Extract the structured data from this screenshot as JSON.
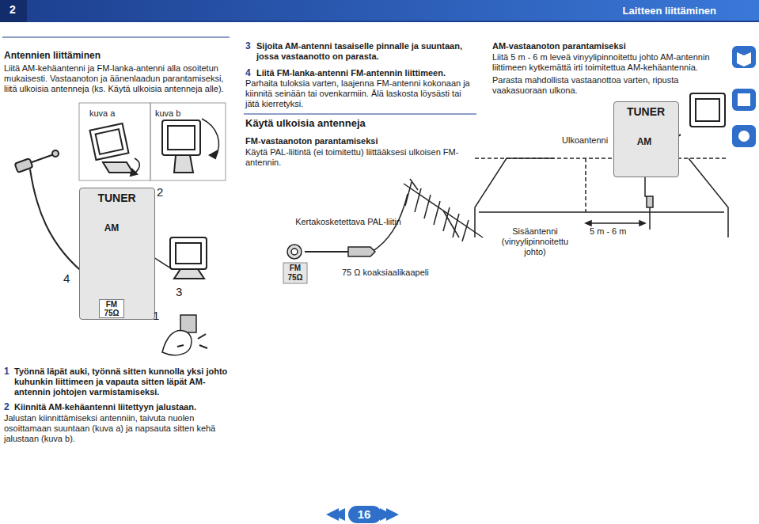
{
  "diagram": {
    "nodes": [
      {
        "text": [
          "Laitteen liittäminen"
        ]
      },
      {
        "text": [
          "2"
        ],
        "in": 0
      },
      {
        "text": [
          "TUNER",
          "AM",
          "FM 75Ω"
        ]
      },
      {
        "text": [
          "TUNER",
          "AM"
        ]
      },
      {
        "text": [
          "16"
        ]
      }
    ],
    "labels": [
      "Antennien liittäminen",
      "Liitä AM-kehäantenni ja FM-lanka-antenni alla osoitetun mukaisesti. Vastaanoton ja äänenlaadun parantamiseksi, liitä ulkoisia antenneja (ks. Käytä ulkoisia antenneja alle).",
      "kuva a",
      "kuva b",
      "2",
      "4",
      "3",
      "1",
      "1",
      "Työnnä läpät auki, työnnä sitten kunnolla yksi johto kuhunkin liittimeen ja vapauta sitten läpät AM-antennin johtojen varmistamiseksi.",
      "2",
      "Kiinnitä AM-kehäantenni liitettyyn jalustaan.",
      "Jalustan kiinnittämiseksi antenniin, taivuta nuolen osoittamaan suuntaan (kuva a) ja napsauta sitten kehä jalustaan (kuva b).",
      "3",
      "Sijoita AM-antenni tasaiselle pinnalle ja suuntaan, jossa vastaanotto on parasta.",
      "4",
      "Liitä FM-lanka-antenni FM-antennin liittimeen.",
      "Parhaita tuloksia varten, laajenna FM-antenni kokonaan ja kiinnitä seinään tai ovenkarmiin. Älä laskosta löysästi tai jätä kierretyksi.",
      "Käytä ulkoisia antenneja",
      "FM-vastaanoton parantamiseksi",
      "Käytä PAL-liitintä (ei toimitettu) liittääksesi ulkoisen FM-antennin.",
      "Kertakosketettava PAL-liitin",
      "FM 75Ω",
      "75 Ω koaksiaalikaapeli",
      "AM-vastaanoton parantamiseksi",
      "Liitä 5 m - 6 m leveä vinyylipinnoitettu johto AM-antennin liittimeen kytkemättä irti toimitettua AM-kehäantennia.",
      "Parasta mahdollista vastaanottoa varten, ripusta vaakasuoraan ulkona.",
      "Ulkoantenni",
      "Sisäantenni (vinyylipinnoitettu johto)",
      "5 m - 6 m"
    ]
  }
}
